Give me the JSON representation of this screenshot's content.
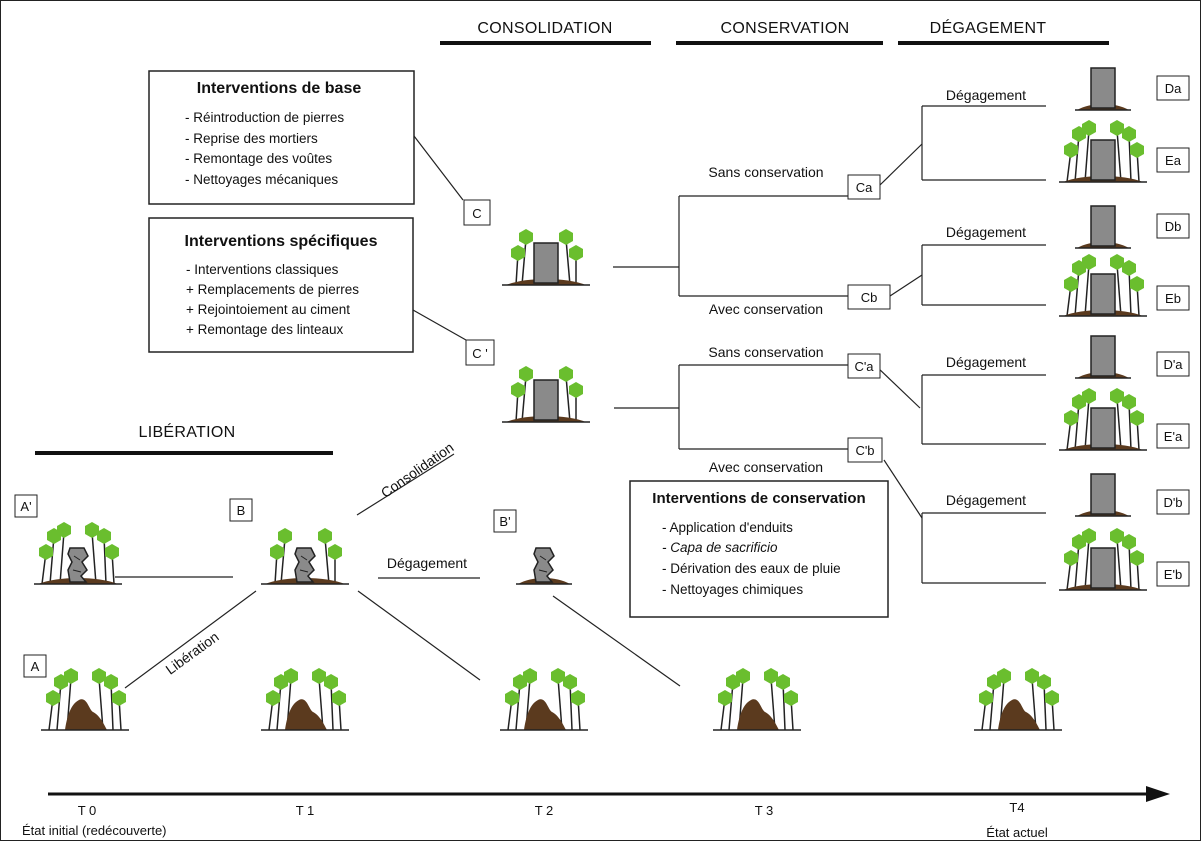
{
  "phases": {
    "consolidation": "CONSOLIDATION",
    "conservation": "CONSERVATION",
    "degagement": "DÉGAGEMENT",
    "liberation": "LIBÉRATION"
  },
  "boxes": {
    "base": {
      "title": "Interventions de base",
      "items": [
        "- Réintroduction de pierres",
        "- Reprise des mortiers",
        "- Remontage des voûtes",
        "- Nettoyages mécaniques"
      ]
    },
    "specific": {
      "title": "Interventions spécifiques",
      "items": [
        "- Interventions classiques",
        "+ Remplacements de pierres",
        "+ Rejointoiement au ciment",
        "+ Remontage des linteaux"
      ]
    },
    "conservation": {
      "title": "Interventions de conservation",
      "items": [
        "- Application d'enduits",
        "- Capa de sacrificio",
        "- Dérivation des eaux de pluie",
        "- Nettoyages chimiques"
      ]
    }
  },
  "codes": {
    "A": "A",
    "A_prime": "A'",
    "B": "B",
    "B_prime": "B'",
    "C": "C",
    "C_prime": "C '",
    "Ca": "Ca",
    "Cb": "Cb",
    "C_prime_a": "C'a",
    "C_prime_b": "C'b",
    "Da": "Da",
    "Ea": "Ea",
    "Db": "Db",
    "Eb": "Eb",
    "D_prime_a": "D'a",
    "E_prime_a": "E'a",
    "D_prime_b": "D'b",
    "E_prime_b": "E'b"
  },
  "edges": {
    "liberation": "Libération",
    "consolidation": "Consolidation",
    "degagement": "Dégagement",
    "sans_conservation": "Sans conservation",
    "avec_conservation": "Avec conservation"
  },
  "timeline": {
    "t0": "T 0",
    "t1": "T 1",
    "t2": "T 2",
    "t3": "T 3",
    "t4": "T4",
    "start_label": "État initial (redécouverte)",
    "end_label": "État actuel"
  },
  "colors": {
    "tree": "#6abe2e",
    "ground": "#5b3a1e",
    "stone": "#8a8a8a",
    "line": "#222222"
  }
}
